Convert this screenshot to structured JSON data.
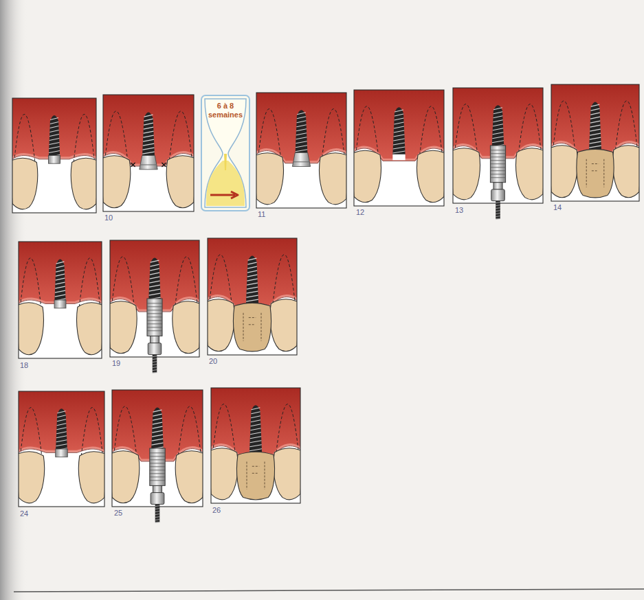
{
  "diagram": {
    "nodes": [
      {
        "text": [
          "6 à 8 semaines"
        ]
      }
    ],
    "labels": [
      "10",
      "11",
      "12",
      "13",
      "14",
      "18",
      "19",
      "20",
      "24",
      "25",
      "26"
    ]
  }
}
